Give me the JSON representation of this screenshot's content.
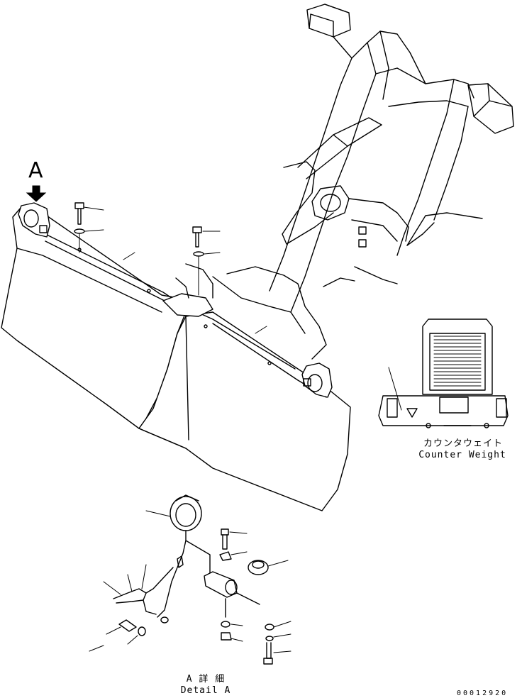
{
  "view_marker": {
    "letter": "A"
  },
  "counterweight": {
    "label_ja": "カウンタウェイト",
    "label_en": "Counter Weight"
  },
  "detail": {
    "label_ja": "A 詳 細",
    "label_en": "Detail A"
  },
  "drawing_number": "00012920",
  "colors": {
    "line": "#000000",
    "background": "#ffffff"
  }
}
